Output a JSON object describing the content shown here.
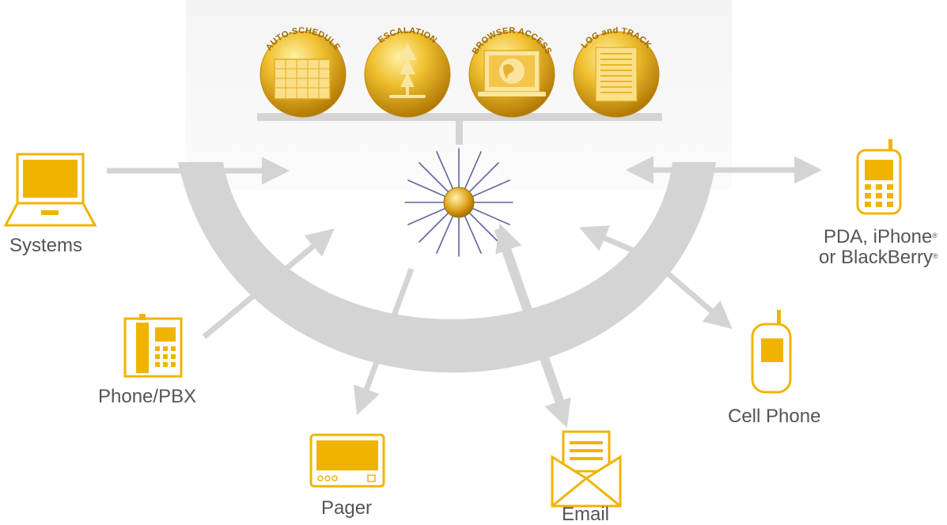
{
  "features": [
    {
      "label": "AUTO-SCHEDULE",
      "icon": "calendar-icon"
    },
    {
      "label": "ESCALATION",
      "icon": "escalation-tree-icon"
    },
    {
      "label": "BROWSER ACCESS",
      "icon": "browser-globe-icon"
    },
    {
      "label": "LOG and TRACK",
      "icon": "log-document-icon"
    }
  ],
  "devices": {
    "systems": {
      "label": "Systems",
      "icon": "laptop-icon"
    },
    "phone_pbx": {
      "label": "Phone/PBX",
      "icon": "desk-phone-icon"
    },
    "pager": {
      "label": "Pager",
      "icon": "pager-icon"
    },
    "email": {
      "label": "Email",
      "icon": "envelope-icon"
    },
    "cell_phone": {
      "label": "Cell Phone",
      "icon": "cell-phone-icon"
    },
    "pda": {
      "line1": "PDA, iPhone",
      "line2": "or BlackBerry",
      "reg": "®",
      "icon": "smartphone-icon"
    }
  },
  "hub": {
    "icon": "starburst-hub-icon"
  },
  "colors": {
    "accent": "#f0b400",
    "gold": "#d9a21a",
    "arc": "#d4d4d4",
    "label": "#555555"
  }
}
